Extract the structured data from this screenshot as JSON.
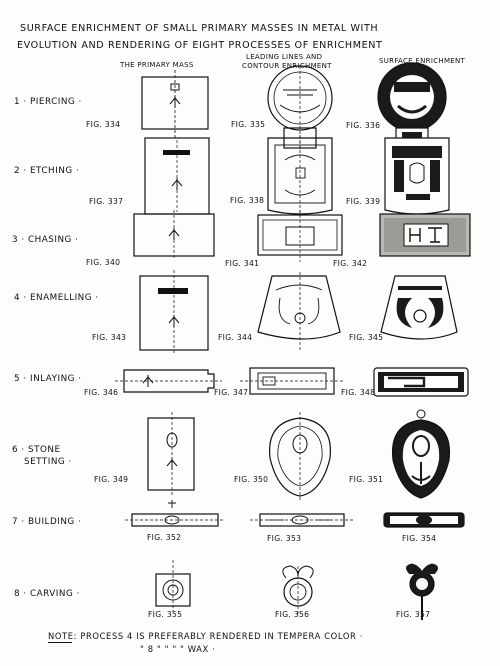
{
  "title": {
    "line1": "SURFACE ENRICHMENT OF SMALL PRIMARY MASSES IN METAL WITH",
    "line2": "EVOLUTION AND RENDERING OF EIGHT PROCESSES OF ENRICHMENT"
  },
  "columns": {
    "primary": "THE PRIMARY MASS",
    "leading_1": "LEADING LINES AND",
    "leading_2": "CONTOUR ENRICHMENT",
    "surface": "SURFACE ENRICHMENT"
  },
  "rows": [
    {
      "label": "1 · PIERCING ·",
      "figs": [
        "FIG. 334",
        "FIG. 335",
        "FIG. 336"
      ]
    },
    {
      "label": "2 · ETCHING ·",
      "figs": [
        "FIG. 337",
        "FIG. 338",
        "FIG. 339"
      ]
    },
    {
      "label": "3 · CHASING ·",
      "figs": [
        "FIG. 340",
        "FIG. 341",
        "FIG. 342"
      ]
    },
    {
      "label": "4 · ENAMELLING ·",
      "figs": [
        "FIG. 343",
        "FIG. 344",
        "FIG. 345"
      ]
    },
    {
      "label": "5 · INLAYING ·",
      "figs": [
        "FIG. 346",
        "FIG. 347",
        "FIG. 348"
      ]
    },
    {
      "label_1": "6 · STONE",
      "label_2": "SETTING ·",
      "figs": [
        "FIG. 349",
        "FIG. 350",
        "FIG. 351"
      ]
    },
    {
      "label": "7 · BUILDING ·",
      "figs": [
        "FIG. 352",
        "FIG. 353",
        "FIG. 354"
      ]
    },
    {
      "label": "8 · CARVING ·",
      "figs": [
        "FIG. 355",
        "FIG. 356",
        "FIG. 357"
      ]
    }
  ],
  "note": {
    "line1": "NOTE: PROCESS 4 IS PREFERABLY RENDERED IN TEMPERA  COLOR ·",
    "line2": "\"  8  \"      \"      \"      \"   WAX ·"
  }
}
